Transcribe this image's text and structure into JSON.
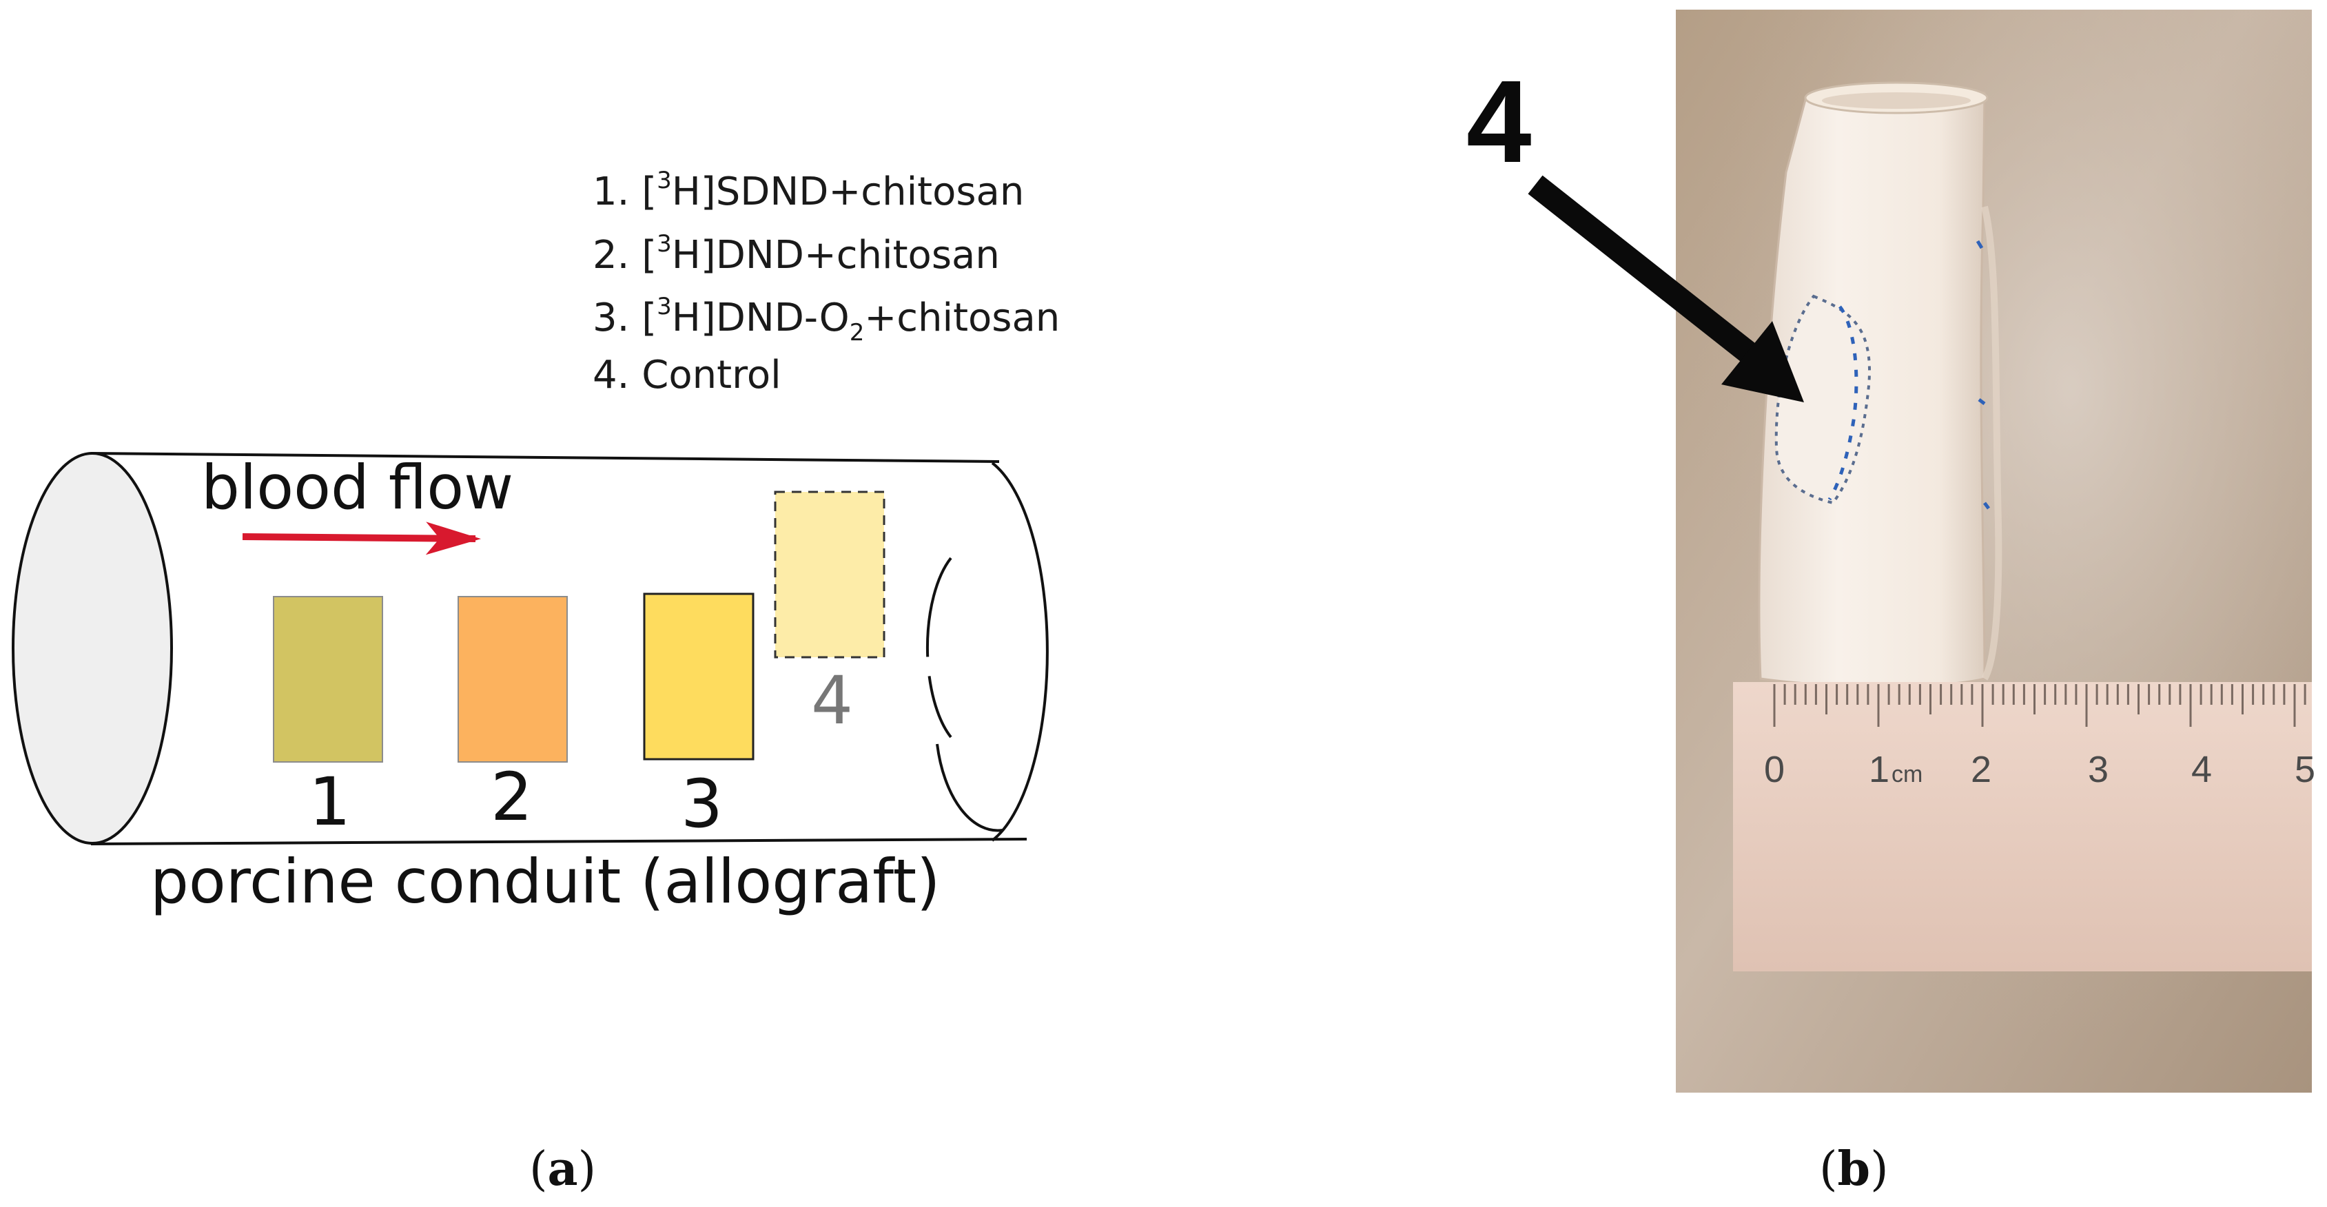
{
  "panel_a": {
    "legend": [
      {
        "num": "1.",
        "pre": "[",
        "sup": "3",
        "main": "H]SDND+chitosan",
        "sub": "",
        "post": ""
      },
      {
        "num": "2.",
        "pre": "[",
        "sup": "3",
        "main": "H]DND+chitosan",
        "sub": "",
        "post": ""
      },
      {
        "num": "3.",
        "pre": "[",
        "sup": "3",
        "main": "H]DND-O",
        "sub": "2",
        "post": "+chitosan"
      },
      {
        "num": "4.",
        "pre": "",
        "sup": "",
        "main": "Control",
        "sub": "",
        "post": ""
      }
    ],
    "flow_label": "blood flow",
    "conduit_label": "porcine conduit (allograft)",
    "samples": [
      {
        "label": "1",
        "color": "#d2c462"
      },
      {
        "label": "2",
        "color": "#fcb25e"
      },
      {
        "label": "3",
        "color": "#fedc5e"
      },
      {
        "label": "4",
        "color": "#fdeca8"
      }
    ],
    "arrow_color": "#d8192e",
    "caption": "a"
  },
  "panel_b": {
    "marker": "4",
    "ruler_ticks": [
      "0",
      "1",
      "2",
      "3",
      "4",
      "5"
    ],
    "ruler_unit": "cm",
    "caption": "b"
  }
}
